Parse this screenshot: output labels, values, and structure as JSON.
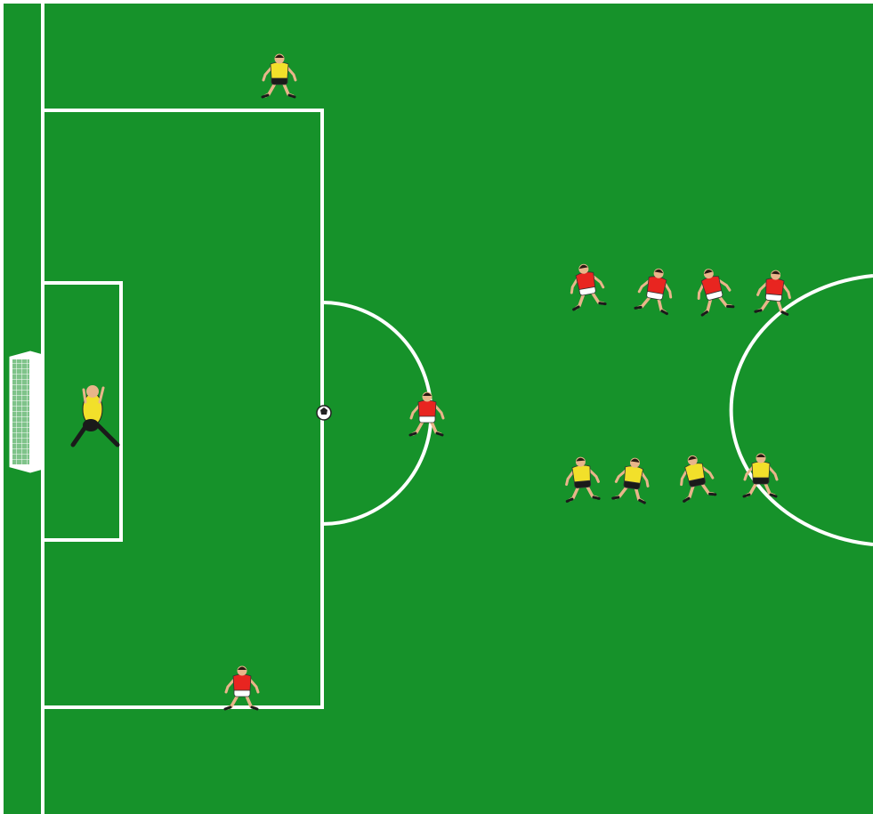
{
  "colors": {
    "grass": "#16922a",
    "grass_dark": "#12852a",
    "line": "#ffffff",
    "team_red_shirt": "#e82520",
    "team_red_shorts": "#ffffff",
    "team_yellow_shirt": "#f2e02a",
    "team_yellow_shorts": "#1a1a1a",
    "skin": "#e9b58a",
    "hair": "#2a1a12"
  },
  "ball": {
    "name": "ball"
  },
  "players": [
    {
      "id": "yellow-top-touchline",
      "team": "yellow",
      "role": "outfield"
    },
    {
      "id": "yellow-goalkeeper",
      "team": "yellow",
      "role": "goalkeeper"
    },
    {
      "id": "red-arc",
      "team": "red",
      "role": "outfield"
    },
    {
      "id": "red-bottom-box",
      "team": "red",
      "role": "outfield"
    },
    {
      "id": "red-row-1",
      "team": "red",
      "role": "outfield"
    },
    {
      "id": "red-row-2",
      "team": "red",
      "role": "outfield"
    },
    {
      "id": "red-row-3",
      "team": "red",
      "role": "outfield"
    },
    {
      "id": "red-row-4",
      "team": "red",
      "role": "outfield"
    },
    {
      "id": "yellow-row-1",
      "team": "yellow",
      "role": "outfield"
    },
    {
      "id": "yellow-row-2",
      "team": "yellow",
      "role": "outfield"
    },
    {
      "id": "yellow-row-3",
      "team": "yellow",
      "role": "outfield"
    },
    {
      "id": "yellow-row-4",
      "team": "yellow",
      "role": "outfield"
    }
  ]
}
